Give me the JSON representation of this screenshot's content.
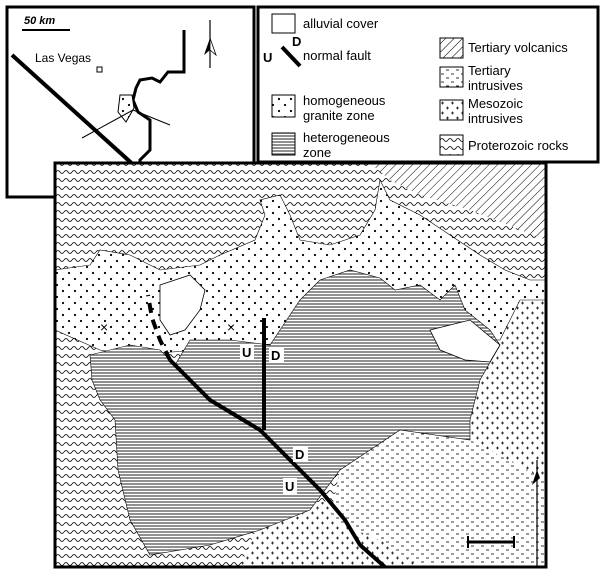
{
  "inset_map": {
    "scale_label": "50 km",
    "city_label": "Las Vegas"
  },
  "legend": {
    "alluvial_cover": "alluvial cover",
    "fault_symbol_u": "U",
    "fault_symbol_d": "D",
    "normal_fault": "normal  fault",
    "homogeneous_line1": "homogeneous",
    "homogeneous_line2": "granite zone",
    "heterogeneous_line1": "heterogeneous",
    "heterogeneous_line2": "zone",
    "tertiary_volcanics": "Tertiary volcanics",
    "tertiary_intrusives_line1": "Tertiary",
    "tertiary_intrusives_line2": "intrusives",
    "mesozoic_intrusives_line1": "Mesozoic",
    "mesozoic_intrusives_line2": "intrusives",
    "proterozoic_rocks": "Proterozoic rocks"
  },
  "main_map": {
    "fault_labels": {
      "upper_u": "U",
      "upper_d": "D",
      "lower_d": "D",
      "lower_u": "U"
    }
  },
  "colors": {
    "ink": "#000000",
    "paper": "#ffffff"
  }
}
